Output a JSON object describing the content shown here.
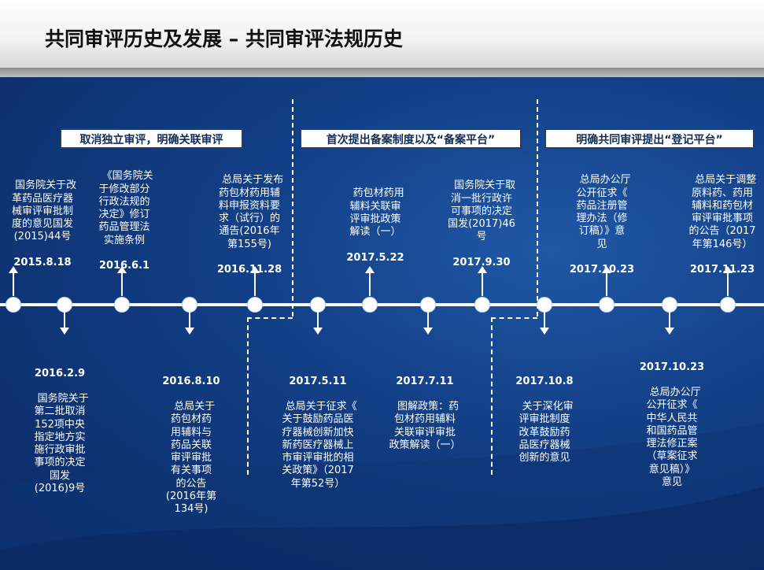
{
  "header": {
    "title": "共同审评历史及发展 – 共同审评法规历史"
  },
  "phases": [
    {
      "label": "取消独立审评，明确关联审评"
    },
    {
      "label": "首次提出备案制度以及“备案平台”"
    },
    {
      "label": "明确共同审评提出“登记平台”"
    }
  ],
  "events_above": [
    {
      "text": "国务院关于改\n革药品医疗器\n械审评审批制\n度的意见国发\n(2015)44号",
      "date": "2015.8.18"
    },
    {
      "text": "《国务院关\n于修改部分\n行政法规的\n决定》修订\n药品管理法\n实施条例",
      "date": "2016.6.1"
    },
    {
      "text": "总局关于发布\n药包材药用辅\n料申报资料要\n求（试行）的\n通告(2016年\n第155号)",
      "date": "2016.11.28"
    },
    {
      "text": "药包材药用\n辅料关联审\n评审批政策\n解读（一）",
      "date": "2017.5.22"
    },
    {
      "text": "国务院关于取\n消一批行政许\n可事项的决定\n国发(2017)46\n号",
      "date": "2017.9.30"
    },
    {
      "text": "总局办公厅\n公开征求《\n药品注册管\n理办法（修\n订稿）》意\n见",
      "date": "2017.10.23"
    },
    {
      "text": "总局关于调整\n原料药、药用\n辅料和药包材\n审评审批事项\n的公告（2017\n年第146号）",
      "date": "2017.11.23"
    }
  ],
  "events_below": [
    {
      "date": "2016.2.9",
      "text": "国务院关于\n第二批取消\n152项中央\n指定地方实\n施行政审批\n事项的决定\n国发\n(2016)9号"
    },
    {
      "date": "2016.8.10",
      "text": "总局关于\n药包材药\n用辅料与\n药品关联\n审评审批\n有关事项\n的公告\n(2016年第\n134号)"
    },
    {
      "date": "2017.5.11",
      "text": "总局关于征求《\n关于鼓励药品医\n疗器械创新加快\n新药医疗器械上\n市审评审批的相\n关政策》（2017\n年第52号）"
    },
    {
      "date": "2017.7.11",
      "text": "图解政策：药\n包材药用辅料\n关联审评审批\n政策解读（一）"
    },
    {
      "date": "2017.10.8",
      "text": "关于深化审\n评审批制度\n改革鼓励药\n品医疗器械\n创新的意见"
    },
    {
      "date": "2017.10.23",
      "text": "总局办公厅\n公开征求《\n中华人民共\n和国药品管\n理法修正案\n（草案征求\n意见稿）》\n意见"
    }
  ],
  "colors": {
    "panel_dark": "#0b2a63",
    "panel_mid": "#123f86",
    "panel_light": "#2058a6",
    "box_border": "#1a3f7b",
    "white": "#ffffff"
  }
}
